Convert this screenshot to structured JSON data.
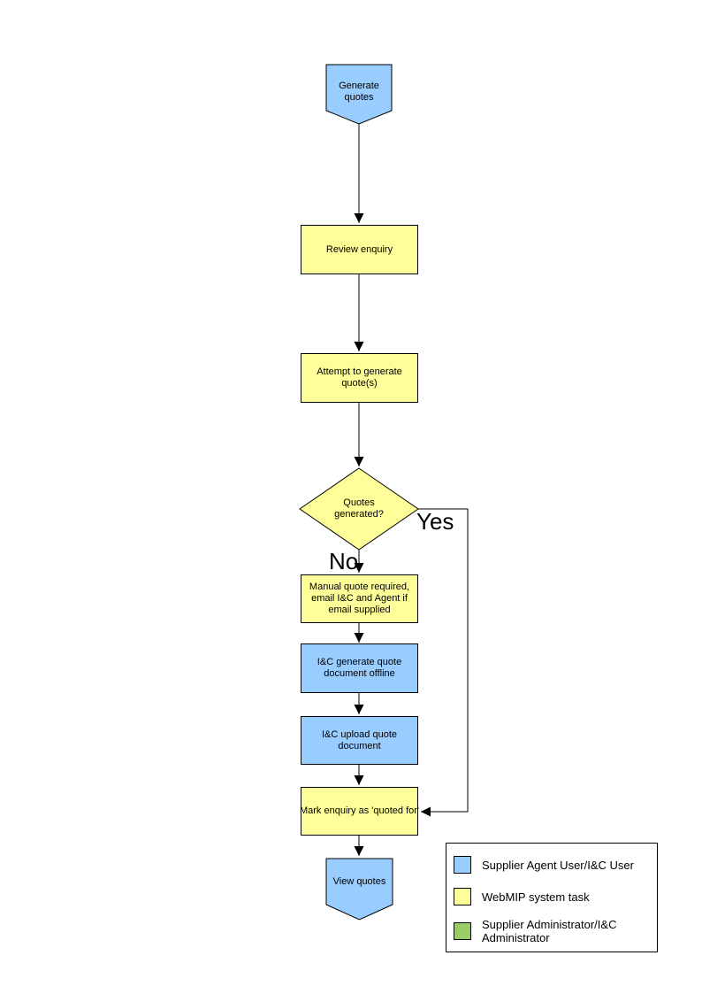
{
  "colors": {
    "actor_task_blue": "#99CCFF",
    "system_task_yellow": "#FFFF99",
    "admin_green": "#99CC66",
    "line": "#000000"
  },
  "flowchart": {
    "nodes": {
      "generate_quotes": {
        "label": "Generate quotes",
        "shape": "pentagon-down",
        "fill": "#99CCFF"
      },
      "review_enquiry": {
        "label": "Review enquiry",
        "shape": "rectangle",
        "fill": "#FFFF99"
      },
      "attempt_generate": {
        "label": "Attempt to generate quote(s)",
        "shape": "rectangle",
        "fill": "#FFFF99"
      },
      "quotes_generated": {
        "label": "Quotes generated?",
        "shape": "diamond",
        "fill": "#FFFF99"
      },
      "manual_quote": {
        "label": "Manual quote required, email I&C and Agent if email supplied",
        "shape": "rectangle",
        "fill": "#FFFF99"
      },
      "ic_generate": {
        "label": "I&C generate quote document offline",
        "shape": "rectangle",
        "fill": "#99CCFF"
      },
      "ic_upload": {
        "label": "I&C upload quote document",
        "shape": "rectangle",
        "fill": "#99CCFF"
      },
      "mark_enquiry": {
        "label": "Mark enquiry as 'quoted for'",
        "shape": "rectangle",
        "fill": "#FFFF99"
      },
      "view_quotes": {
        "label": "View quotes",
        "shape": "pentagon-down",
        "fill": "#99CCFF"
      }
    },
    "edges": [
      {
        "from": "generate_quotes",
        "to": "review_enquiry",
        "label": ""
      },
      {
        "from": "review_enquiry",
        "to": "attempt_generate",
        "label": ""
      },
      {
        "from": "attempt_generate",
        "to": "quotes_generated",
        "label": ""
      },
      {
        "from": "quotes_generated",
        "to": "manual_quote",
        "label": "No"
      },
      {
        "from": "quotes_generated",
        "to": "mark_enquiry",
        "label": "Yes"
      },
      {
        "from": "manual_quote",
        "to": "ic_generate",
        "label": ""
      },
      {
        "from": "ic_generate",
        "to": "ic_upload",
        "label": ""
      },
      {
        "from": "ic_upload",
        "to": "mark_enquiry",
        "label": ""
      },
      {
        "from": "mark_enquiry",
        "to": "view_quotes",
        "label": ""
      }
    ]
  },
  "legend": {
    "items": [
      {
        "label": "Supplier Agent User/I&C User",
        "color": "#99CCFF"
      },
      {
        "label": "WebMIP system task",
        "color": "#FFFF99"
      },
      {
        "label": "Supplier Administrator/I&C Administrator",
        "color": "#99CC66"
      }
    ]
  }
}
